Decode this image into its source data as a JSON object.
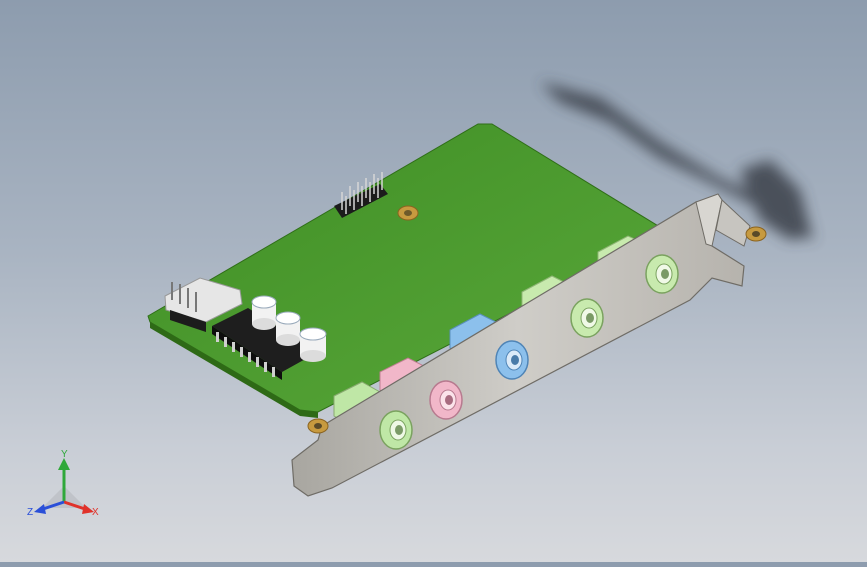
{
  "triad": {
    "x_label": "X",
    "y_label": "Y",
    "z_label": "Z",
    "x_color": "#e0322a",
    "y_color": "#2fa83a",
    "z_color": "#2a4fd8"
  },
  "model": {
    "board_color": "#4f9a2f",
    "bracket_color": "#bcbab5",
    "jack_colors": [
      "#bfe7a6",
      "#f1b7c9",
      "#8cc0ec",
      "#c8eaae",
      "#c8eaae"
    ],
    "icons": [
      "sound-card-3d-model",
      "coordinate-triad-icon"
    ]
  }
}
